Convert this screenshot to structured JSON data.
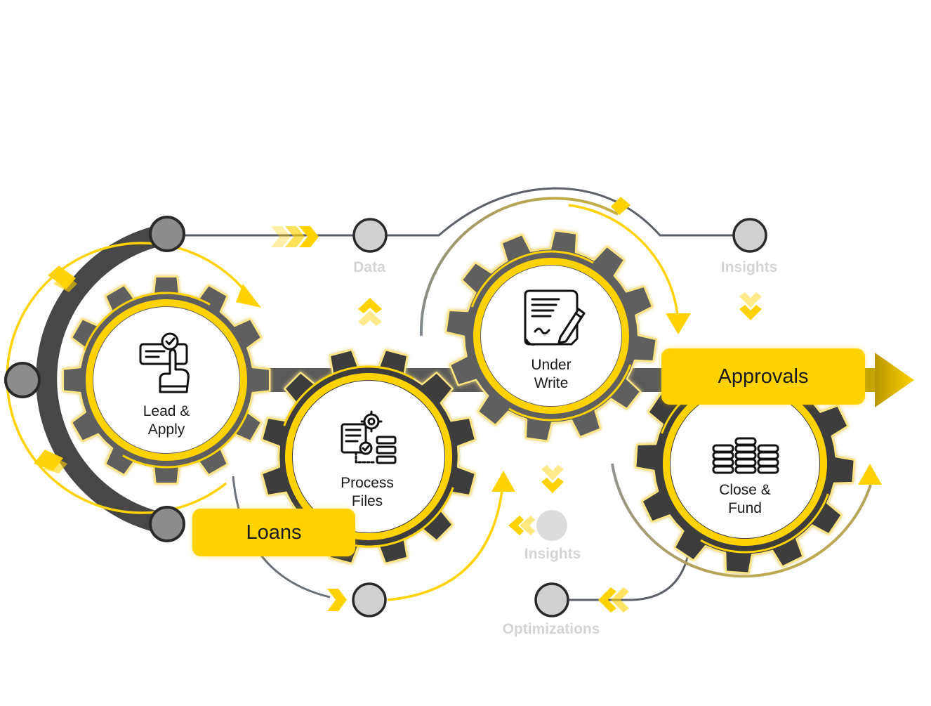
{
  "colors": {
    "accent": "#ffd200",
    "gear_dark": "#3d3d3d",
    "gear_mid": "#5e5e5e",
    "connector": "#5c6068",
    "node_fill": "#d0d0d0",
    "soft_label": "#d4d4d4"
  },
  "stages": [
    {
      "id": "lead-apply",
      "line1": "Lead &",
      "line2": "Apply",
      "icon": "hand-click-checkmark-icon"
    },
    {
      "id": "process-files",
      "line1": "Process",
      "line2": "Files",
      "icon": "document-gear-workflow-icon"
    },
    {
      "id": "under-write",
      "line1": "Under",
      "line2": "Write",
      "icon": "contract-pen-icon"
    },
    {
      "id": "close-fund",
      "line1": "Close &",
      "line2": "Fund",
      "icon": "stacked-coins-icon"
    }
  ],
  "tags": {
    "loans": "Loans",
    "approvals": "Approvals"
  },
  "labels": {
    "data": "Data",
    "insights_top": "Insights",
    "insights_middle": "Insights",
    "optimizations": "Optimizations"
  }
}
